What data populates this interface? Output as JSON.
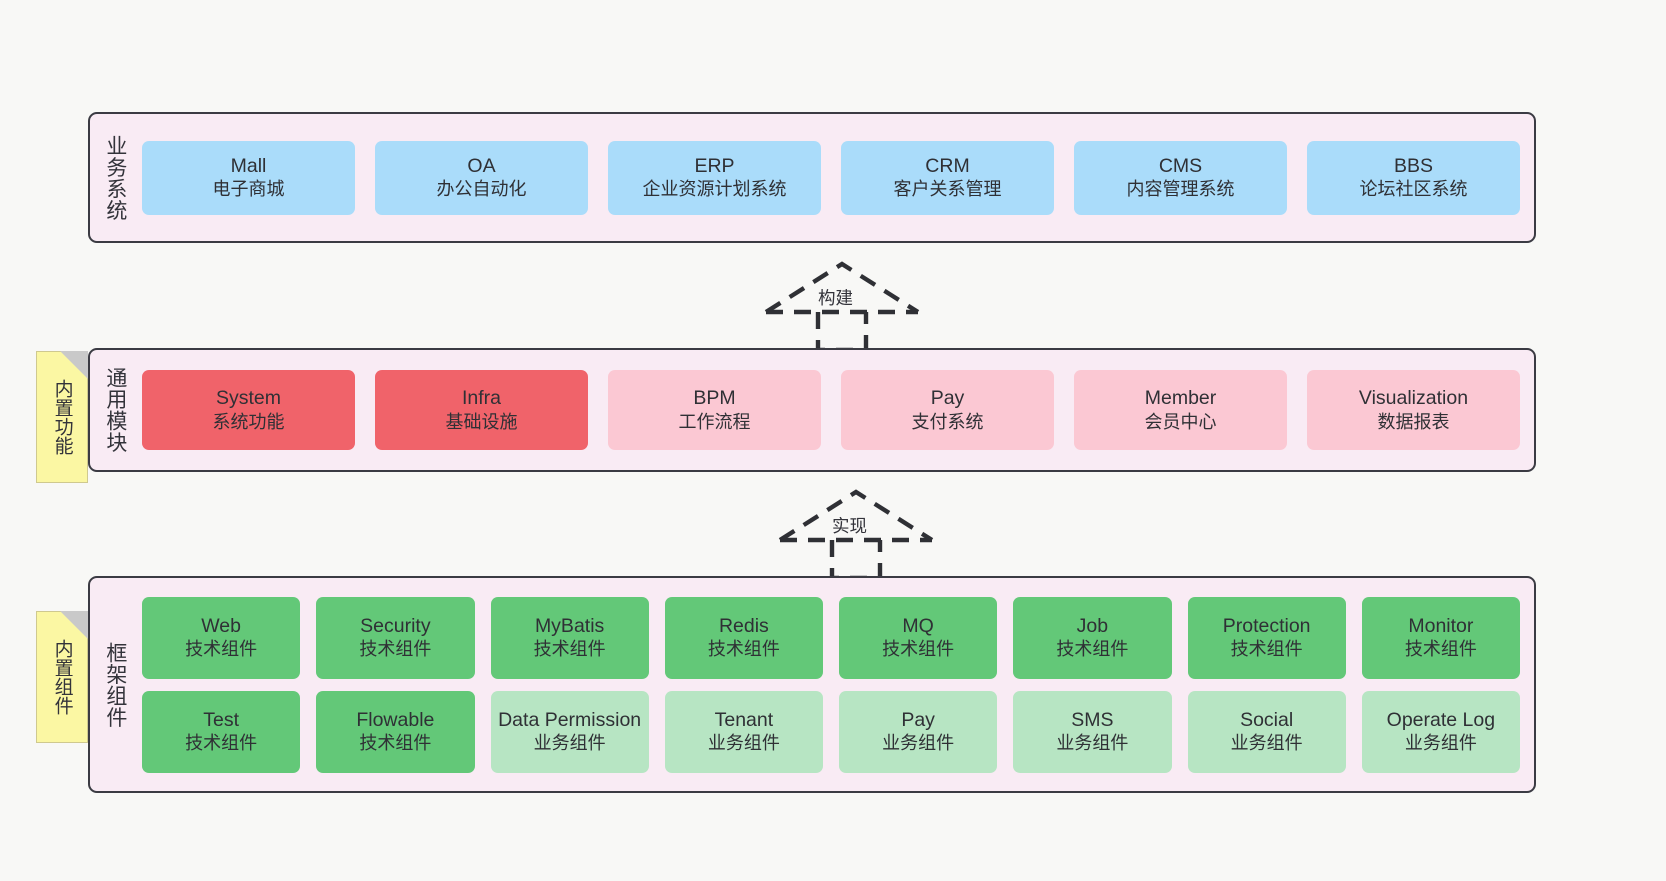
{
  "layers": {
    "business": {
      "title": "业务系统",
      "items": [
        {
          "en": "Mall",
          "cn": "电子商城"
        },
        {
          "en": "OA",
          "cn": "办公自动化"
        },
        {
          "en": "ERP",
          "cn": "企业资源计划系统"
        },
        {
          "en": "CRM",
          "cn": "客户关系管理"
        },
        {
          "en": "CMS",
          "cn": "内容管理系统"
        },
        {
          "en": "BBS",
          "cn": "论坛社区系统"
        }
      ]
    },
    "modules": {
      "title": "通用模块",
      "items": [
        {
          "en": "System",
          "cn": "系统功能"
        },
        {
          "en": "Infra",
          "cn": "基础设施"
        },
        {
          "en": "BPM",
          "cn": "工作流程"
        },
        {
          "en": "Pay",
          "cn": "支付系统"
        },
        {
          "en": "Member",
          "cn": "会员中心"
        },
        {
          "en": "Visualization",
          "cn": "数据报表"
        }
      ]
    },
    "framework": {
      "title": "框架组件",
      "row1": [
        {
          "en": "Web",
          "cn": "技术组件"
        },
        {
          "en": "Security",
          "cn": "技术组件"
        },
        {
          "en": "MyBatis",
          "cn": "技术组件"
        },
        {
          "en": "Redis",
          "cn": "技术组件"
        },
        {
          "en": "MQ",
          "cn": "技术组件"
        },
        {
          "en": "Job",
          "cn": "技术组件"
        },
        {
          "en": "Protection",
          "cn": "技术组件"
        },
        {
          "en": "Monitor",
          "cn": "技术组件"
        }
      ],
      "row2": [
        {
          "en": "Test",
          "cn": "技术组件"
        },
        {
          "en": "Flowable",
          "cn": "技术组件"
        },
        {
          "en": "Data Permission",
          "cn": "业务组件"
        },
        {
          "en": "Tenant",
          "cn": "业务组件"
        },
        {
          "en": "Pay",
          "cn": "业务组件"
        },
        {
          "en": "SMS",
          "cn": "业务组件"
        },
        {
          "en": "Social",
          "cn": "业务组件"
        },
        {
          "en": "Operate Log",
          "cn": "业务组件"
        }
      ]
    }
  },
  "stickies": {
    "builtin_function": "内置功能",
    "builtin_component": "内置组件"
  },
  "arrows": {
    "build": "构建",
    "implement": "实现"
  },
  "colors": {
    "background": "#f8f8f6",
    "layer_fill": "#f9ebf4",
    "layer_border": "#3b3b43",
    "business_box": "#aadcfa",
    "module_red": "#f0636a",
    "module_pink": "#fbc8d3",
    "component_green": "#63c878",
    "component_light_green": "#b7e5c3",
    "sticky_yellow": "#fbf7a3",
    "text": "#2f3035"
  }
}
